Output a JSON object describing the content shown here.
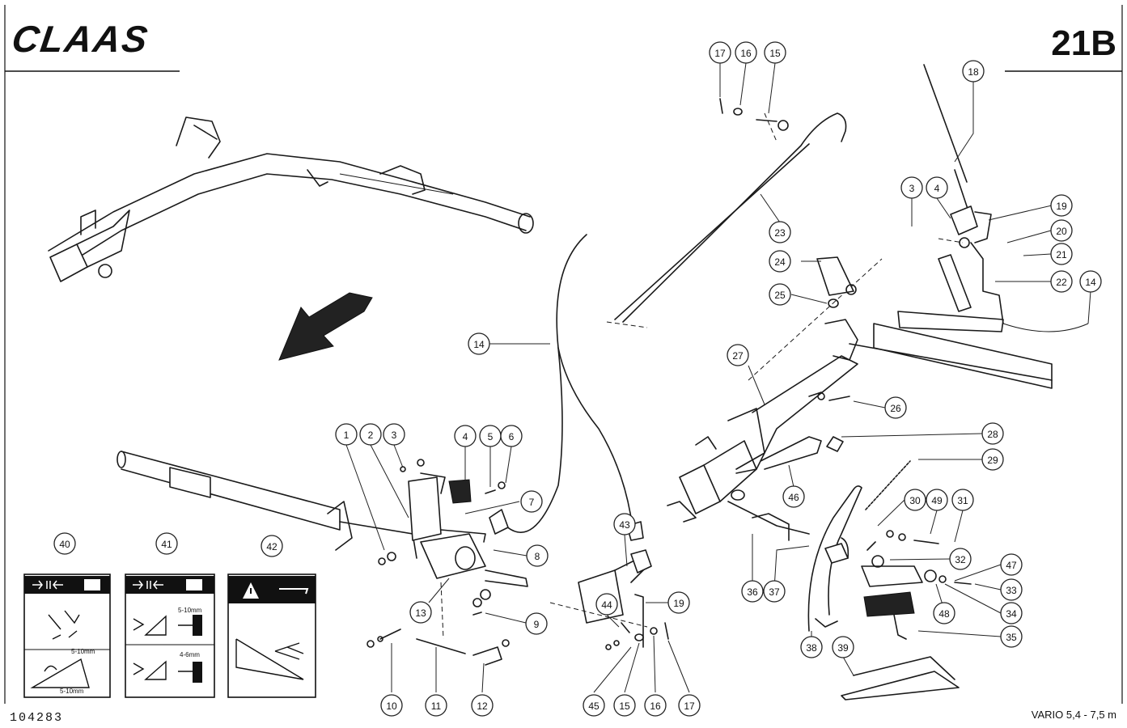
{
  "header": {
    "brand": "CLAAS",
    "page_code": "21B"
  },
  "footer": {
    "drawing_number": "104283",
    "model": "VARIO 5,4 - 7,5 m"
  },
  "decals": {
    "d41_top_dim": "5-10mm",
    "d41_bottom_dim": "4-6mm",
    "d40_dim_a": "5-10mm",
    "d40_dim_b": "5-10mm"
  },
  "callouts": [
    {
      "id": "c1",
      "label": "1"
    },
    {
      "id": "c2",
      "label": "2"
    },
    {
      "id": "c3a",
      "label": "3"
    },
    {
      "id": "c4a",
      "label": "4"
    },
    {
      "id": "c5",
      "label": "5"
    },
    {
      "id": "c6",
      "label": "6"
    },
    {
      "id": "c7",
      "label": "7"
    },
    {
      "id": "c8",
      "label": "8"
    },
    {
      "id": "c9",
      "label": "9"
    },
    {
      "id": "c10",
      "label": "10"
    },
    {
      "id": "c11",
      "label": "11"
    },
    {
      "id": "c12",
      "label": "12"
    },
    {
      "id": "c13",
      "label": "13"
    },
    {
      "id": "c14a",
      "label": "14"
    },
    {
      "id": "c14b",
      "label": "14"
    },
    {
      "id": "c15a",
      "label": "15"
    },
    {
      "id": "c15b",
      "label": "15"
    },
    {
      "id": "c16a",
      "label": "16"
    },
    {
      "id": "c16b",
      "label": "16"
    },
    {
      "id": "c17a",
      "label": "17"
    },
    {
      "id": "c17b",
      "label": "17"
    },
    {
      "id": "c18",
      "label": "18"
    },
    {
      "id": "c19a",
      "label": "19"
    },
    {
      "id": "c19b",
      "label": "19"
    },
    {
      "id": "c20",
      "label": "20"
    },
    {
      "id": "c21",
      "label": "21"
    },
    {
      "id": "c22",
      "label": "22"
    },
    {
      "id": "c23",
      "label": "23"
    },
    {
      "id": "c24",
      "label": "24"
    },
    {
      "id": "c25",
      "label": "25"
    },
    {
      "id": "c26",
      "label": "26"
    },
    {
      "id": "c27",
      "label": "27"
    },
    {
      "id": "c28",
      "label": "28"
    },
    {
      "id": "c29",
      "label": "29"
    },
    {
      "id": "c30",
      "label": "30"
    },
    {
      "id": "c31",
      "label": "31"
    },
    {
      "id": "c32",
      "label": "32"
    },
    {
      "id": "c33",
      "label": "33"
    },
    {
      "id": "c34",
      "label": "34"
    },
    {
      "id": "c35",
      "label": "35"
    },
    {
      "id": "c36",
      "label": "36"
    },
    {
      "id": "c37",
      "label": "37"
    },
    {
      "id": "c38",
      "label": "38"
    },
    {
      "id": "c39",
      "label": "39"
    },
    {
      "id": "c3b",
      "label": "3"
    },
    {
      "id": "c4b",
      "label": "4"
    },
    {
      "id": "c40",
      "label": "40"
    },
    {
      "id": "c41",
      "label": "41"
    },
    {
      "id": "c42",
      "label": "42"
    },
    {
      "id": "c43",
      "label": "43"
    },
    {
      "id": "c44",
      "label": "44"
    },
    {
      "id": "c45",
      "label": "45"
    },
    {
      "id": "c46",
      "label": "46"
    },
    {
      "id": "c47",
      "label": "47"
    },
    {
      "id": "c48",
      "label": "48"
    },
    {
      "id": "c49",
      "label": "49"
    }
  ]
}
